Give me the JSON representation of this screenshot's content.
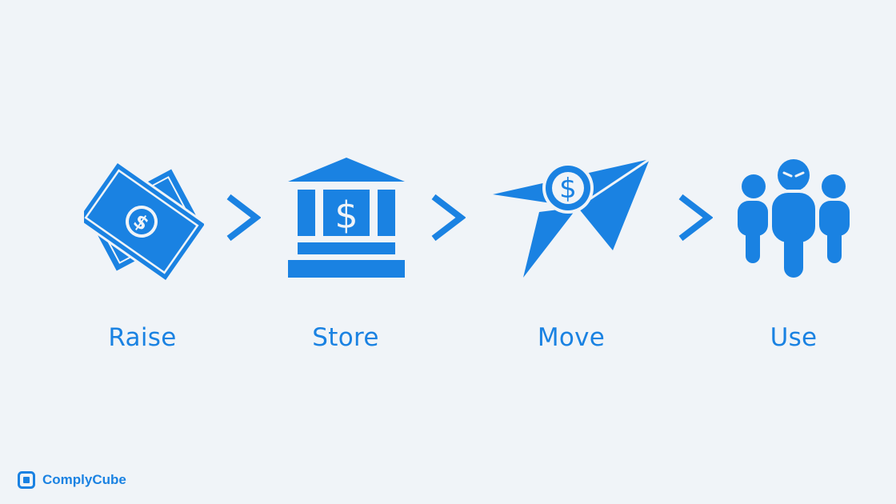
{
  "accent_color": "#1a82e2",
  "background_color": "#f0f4f8",
  "steps": [
    {
      "label": "Raise",
      "icon": "money-bills-icon"
    },
    {
      "label": "Store",
      "icon": "bank-icon"
    },
    {
      "label": "Move",
      "icon": "paper-plane-coin-icon"
    },
    {
      "label": "Use",
      "icon": "people-group-icon"
    }
  ],
  "separator_icon": "chevron-right-icon",
  "brand": {
    "name": "ComplyCube",
    "icon": "complycube-logo-icon"
  }
}
